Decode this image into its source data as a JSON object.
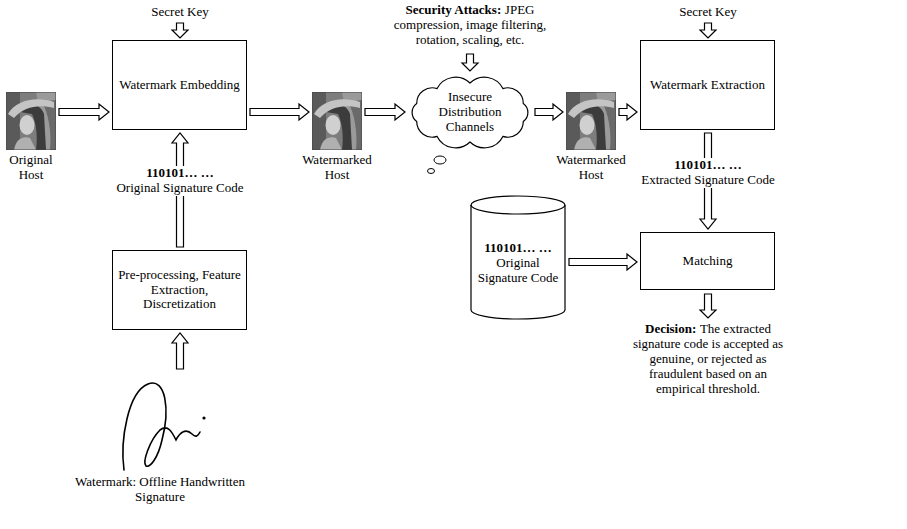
{
  "diagram": {
    "nodes": [
      {
        "text": [
          "Original Host"
        ]
      },
      {
        "text": [
          "Watermark Embedding"
        ]
      },
      {
        "text": [
          "Watermarked Host"
        ]
      },
      {
        "text": [
          "Insecure Distribution Channels"
        ]
      },
      {
        "text": [
          "Watermarked Host"
        ]
      },
      {
        "text": [
          "Watermark Extraction"
        ]
      },
      {
        "text": [
          "Pre-processing, Feature Extraction, Discretization"
        ]
      },
      {
        "text": [
          "110101… …",
          "Original Signature Code"
        ]
      },
      {
        "text": [
          "Matching"
        ]
      },
      {
        "text": [
          "Watermark: Offline Handwritten Signature"
        ]
      }
    ],
    "edges": [
      {
        "from": 0,
        "to": 1,
        "arrow": "to"
      },
      {
        "from": 1,
        "to": 2,
        "arrow": "to"
      },
      {
        "from": 2,
        "to": 3,
        "arrow": "to"
      },
      {
        "from": 3,
        "to": 4,
        "arrow": "to"
      },
      {
        "from": 4,
        "to": 5,
        "arrow": "to"
      },
      {
        "from": 6,
        "to": 1,
        "arrow": "to"
      },
      {
        "from": 9,
        "to": 6,
        "arrow": "to"
      },
      {
        "from": 5,
        "to": 8,
        "arrow": "to"
      },
      {
        "from": 7,
        "to": 8,
        "arrow": "to"
      }
    ],
    "labels": [
      "Secret Key",
      "Security Attacks:",
      "JPEG compression, image filtering, rotation, scaling, etc.",
      "Secret Key",
      "110101… …",
      "Original Signature Code",
      "110101… …",
      "Extracted Signature Code",
      "Decision:",
      "The extracted signature code is accepted as genuine, or rejected as fraudulent based on an empirical threshold."
    ]
  }
}
